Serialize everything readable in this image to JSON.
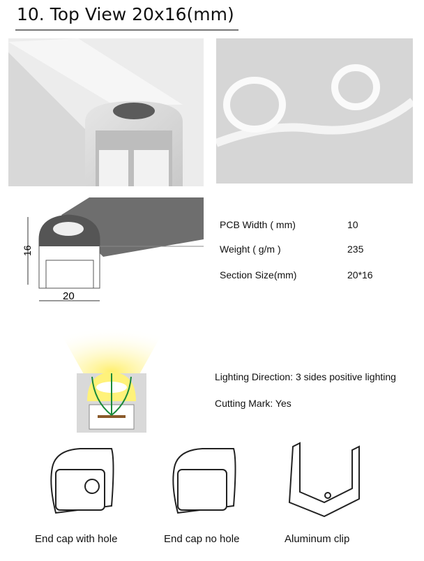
{
  "title": "10. Top View 20x16(mm)",
  "dimensions": {
    "height": "16",
    "width": "20"
  },
  "specs": [
    {
      "label": "PCB Width ( mm)",
      "value": "10"
    },
    {
      "label": "Weight ( g/m )",
      "value": "235"
    },
    {
      "label": "Section Size(mm)",
      "value": "20*16"
    }
  ],
  "lighting": {
    "direction": "Lighting Direction: 3 sides positive lighting",
    "cutting": "Cutting Mark: Yes"
  },
  "accessories": [
    {
      "label": "End cap with hole"
    },
    {
      "label": "End cap no hole"
    },
    {
      "label": "Aluminum clip"
    }
  ]
}
